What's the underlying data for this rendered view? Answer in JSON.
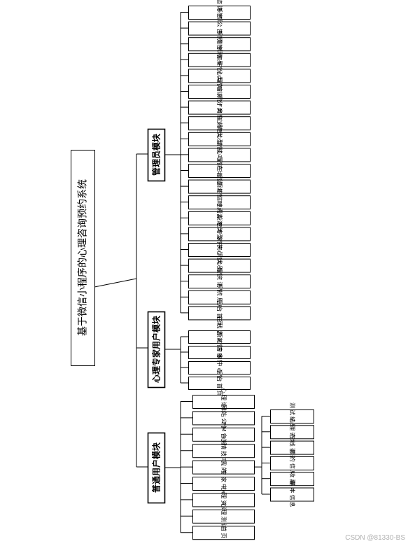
{
  "root": "基于微信小程序的心理咨询预约系统",
  "modules": {
    "admin": {
      "label": "管理员模块",
      "items": [
        "咨询管理",
        "系统公告管理",
        "系统管理",
        "测试结果管理",
        "知识分类管理",
        "心理知识管理",
        "音频分类管理",
        "FM音频管理",
        "心情类型管理",
        "心情技巧管理",
        "心理论坛管理",
        "在线咨询管理",
        "预约信息管理",
        "时间段管理",
        "咨询类型管理",
        "专家中心管理",
        "资讯类别管理",
        "心理资讯管理",
        "系统用户",
        "后台首页"
      ]
    },
    "expert": {
      "label": "心理专家用户模块",
      "items": [
        "在线咨询管理",
        "预约信息管理",
        "专家中心管理",
        "后台首页"
      ]
    },
    "user": {
      "label": "普通用户模块",
      "items": [
        "心理论坛",
        "网站公告",
        "FM音频",
        "心情技巧",
        "我的",
        "专家中心",
        "心理资讯",
        "心理测试",
        "首页"
      ],
      "my_items": [
        "测试结果",
        "心理论坛",
        "在线咨询",
        "预约信息",
        "收藏",
        "基本信息"
      ]
    }
  },
  "watermark": "CSDN @81330-BS"
}
